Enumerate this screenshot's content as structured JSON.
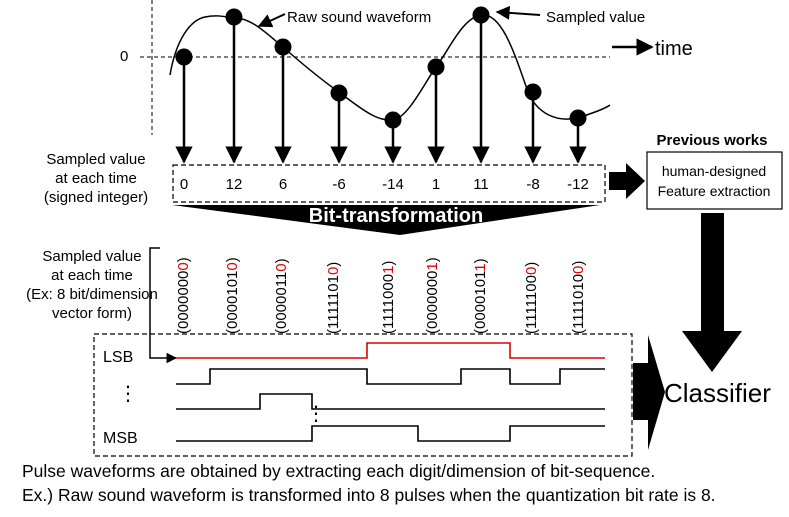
{
  "labels": {
    "zero": "0",
    "time": "time",
    "raw_waveform": "Raw sound waveform",
    "sampled_value": "Sampled value",
    "sampled_left": [
      "Sampled value",
      "at each time",
      "(signed integer)"
    ],
    "bit_transformation": "Bit-transformation",
    "sampled_left_bits": [
      "Sampled value",
      "at each time",
      "(Ex: 8 bit/dimension",
      "vector form)"
    ],
    "lsb": "LSB",
    "msb": "MSB",
    "dots": "⋮",
    "previous_works_title": "Previous works",
    "previous_works_box": [
      "human-designed",
      "Feature extraction"
    ],
    "classifier": "Classifier"
  },
  "samples": [
    {
      "value": "0",
      "bits_prefix": "(0000000",
      "bits_lsb": "0",
      "bits_suffix": ")"
    },
    {
      "value": "12",
      "bits_prefix": "(0000101",
      "bits_lsb": "0",
      "bits_suffix": ")"
    },
    {
      "value": "6",
      "bits_prefix": "(0000011",
      "bits_lsb": "0",
      "bits_suffix": ")"
    },
    {
      "value": "-6",
      "bits_prefix": "(1111101",
      "bits_lsb": "0",
      "bits_suffix": ")"
    },
    {
      "value": "-14",
      "bits_prefix": "(1111000",
      "bits_lsb": "1",
      "bits_suffix": ")"
    },
    {
      "value": "1",
      "bits_prefix": "(0000000",
      "bits_lsb": "1",
      "bits_suffix": ")"
    },
    {
      "value": "11",
      "bits_prefix": "(0000101",
      "bits_lsb": "1",
      "bits_suffix": ")"
    },
    {
      "value": "-8",
      "bits_prefix": "(1111100",
      "bits_lsb": "0",
      "bits_suffix": ")"
    },
    {
      "value": "-12",
      "bits_prefix": "(1111010",
      "bits_lsb": "0",
      "bits_suffix": ")"
    }
  ],
  "pulse_levels": {
    "lsb": [
      0,
      0,
      0,
      0,
      1,
      1,
      1,
      0,
      0
    ],
    "row2": [
      0,
      1,
      1,
      1,
      0,
      0,
      1,
      0,
      1
    ],
    "row3": [
      0,
      0,
      1,
      0,
      0,
      0,
      0,
      0,
      0
    ],
    "msb": [
      0,
      0,
      0,
      1,
      1,
      0,
      0,
      1,
      1
    ]
  },
  "colors": {
    "lsb": "#e00000",
    "line": "#000000"
  },
  "caption": [
    "Pulse waveforms are obtained by extracting each digit/dimension of bit-sequence.",
    "Ex.) Raw sound waveform is transformed into 8 pulses when the quantization bit rate is 8."
  ]
}
